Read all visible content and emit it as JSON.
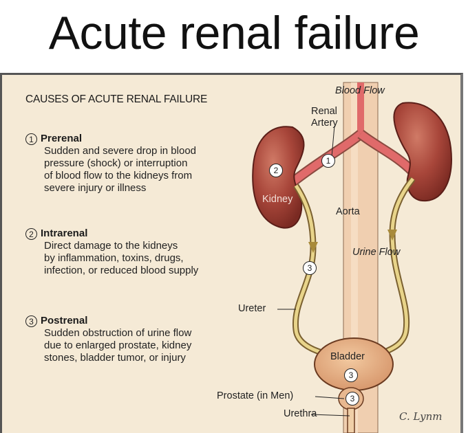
{
  "title": "Acute renal failure",
  "panel": {
    "heading": "CAUSES OF ACUTE RENAL FAILURE",
    "causes": [
      {
        "number": "1",
        "name": "Prerenal",
        "lines": [
          "Sudden and severe drop in blood",
          "pressure (shock) or interruption",
          "of blood flow to the kidneys from",
          "severe injury or illness"
        ]
      },
      {
        "number": "2",
        "name": "Intrarenal",
        "lines": [
          "Direct damage to the kidneys",
          "by inflammation, toxins, drugs,",
          "infection, or reduced blood supply"
        ]
      },
      {
        "number": "3",
        "name": "Postrenal",
        "lines": [
          "Sudden obstruction of urine flow",
          "due to enlarged prostate, kidney",
          "stones, bladder tumor, or injury"
        ]
      }
    ]
  },
  "diagram": {
    "labels": {
      "blood_flow": "Blood Flow",
      "renal_artery_1": "Renal",
      "renal_artery_2": "Artery",
      "kidney": "Kidney",
      "aorta": "Aorta",
      "urine_flow": "Urine Flow",
      "ureter": "Ureter",
      "bladder": "Bladder",
      "prostate": "Prostate (in Men)",
      "urethra": "Urethra",
      "signature": "C. Lynm"
    },
    "markers": {
      "renal_artery": "1",
      "kidney": "2",
      "ureter": "3",
      "bladder": "3",
      "prostate": "3"
    },
    "colors": {
      "background": "#f5ead6",
      "kidney": "#a8463a",
      "aorta": "#f0cfb0",
      "artery": "#e06a6a",
      "ureter": "#d8c070",
      "bladder": "#e0a878"
    }
  }
}
